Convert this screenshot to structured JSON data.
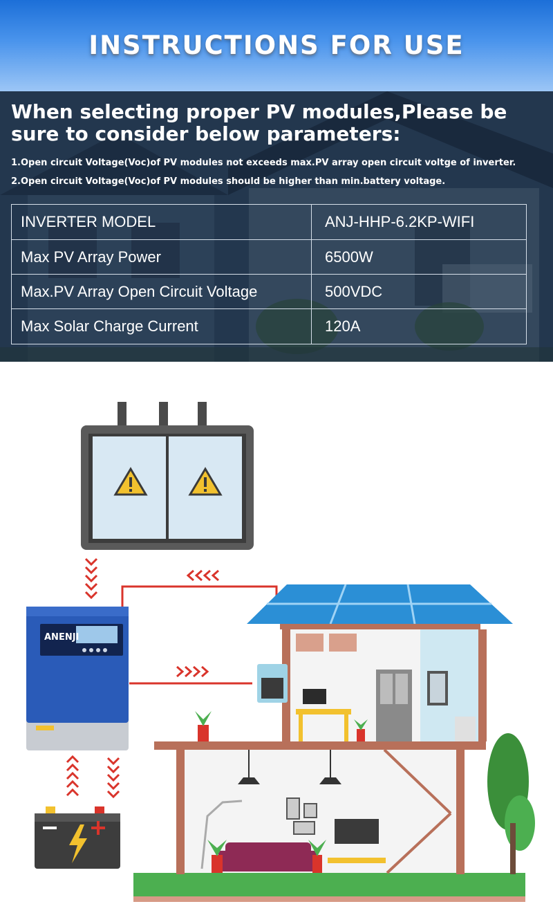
{
  "header": {
    "title": "INSTRUCTIONS FOR USE"
  },
  "intro": {
    "heading_line1": "When selecting proper PV modules,Please be",
    "heading_line2": "sure to consider below parameters:",
    "notes": [
      "1.Open circuit Voltage(Voc)of PV modules not exceeds max.PV array open circuit voltge of inverter.",
      "2.Open circuit Voltage(Voc)of PV modules should be higher than min.battery voltage."
    ]
  },
  "spec_table": {
    "rows": [
      {
        "label": "INVERTER MODEL",
        "value": "ANJ-HHP-6.2KP-WIFI"
      },
      {
        "label": "Max PV Array Power",
        "value": "6500W"
      },
      {
        "label": "Max.PV Array Open Circuit Voltage",
        "value": "500VDC"
      },
      {
        "label": "Max Solar Charge Current",
        "value": "120A"
      }
    ]
  },
  "inverter": {
    "brand": "ANENJI"
  },
  "colors": {
    "header_blue": "#2f7fe0",
    "inverter_blue": "#2a5bb8",
    "flow_red": "#d9342b",
    "solar_blue": "#2b8fd6",
    "warning_yellow": "#f2c12e",
    "house_brown": "#b8705a",
    "ground_green": "#4caf50"
  },
  "icons": [
    "warning-icon",
    "battery-icon",
    "lightning-icon",
    "solar-panel-icon",
    "tree-icon",
    "lamp-icon"
  ]
}
